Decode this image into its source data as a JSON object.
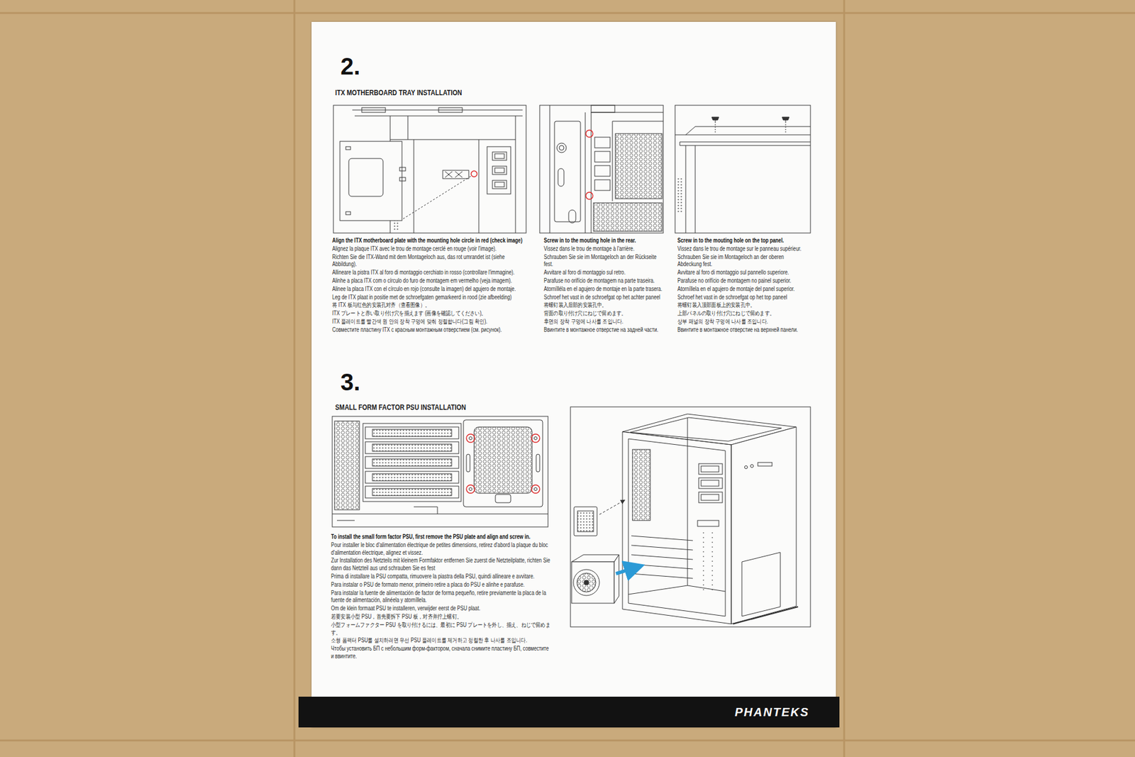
{
  "diagram": {
    "labels": [
      "2.",
      "ITX MOTHERBOARD TRAY INSTALLATION",
      "Align the ITX motherboard plate with the mounting hole circle in red (check image)",
      "Alignez la plaque ITX avec le trou de montage cerclé en rouge (voir l'image).",
      "Richten Sie die ITX-Wand mit dem Montageloch aus, das rot umrandet ist (siehe Abbildung).",
      "Allineare la pistra ITX al foro di montaggio cerchiato in rosso (controllare l'immagine).",
      "Alinhe a placa ITX com o círculo do furo de montagem em vermelho (veja imagem).",
      "Alinee la placa ITX con el círculo en rojo (consulte la imagen) del agujero de montaje.",
      "Leg de ITX plaat in positie met de schroefgaten gemarkeerd in rood (zie afbeelding)",
      "将 ITX 板与红色的安装孔对齐（查看图像）。",
      "ITX プレートと赤い取り付け穴を揃えます (画像を確認してください)。",
      "ITX 플레이트를 빨간색 원 안의 장착 구멍에 맞춰 정렬합니다(그림 확인).",
      "Совместите пластину ITX с красным монтажным отверстием (см. рисунок).",
      "Screw in to the mouting hole in the rear.",
      "Vissez dans le trou de montage à l'arrière.",
      "Schrauben Sie sie im Montageloch an der Rückseite fest.",
      "Avvitare al foro di montaggio sul retro.",
      "Parafuse no orifício de montagem na parte traseira.",
      "Atornílléla en el agujero de montaje en la parte trasera.",
      "Schroef het vast in de schroefgat op het achter paneel",
      "将螺钉装入后部的安装孔中。",
      "背面の取り付け穴にねじで留めます。",
      "후면의 장착 구멍에 나사를 조입니다.",
      "Ввинтите в монтажное отверстие на задней части.",
      "Screw in to the mouting hole on the top panel.",
      "Vissez dans le trou de montage sur le panneau supérieur.",
      "Schrauben Sie sie im Montageloch an der oberen Abdeckung fest.",
      "Avvitare al foro di montaggio sul pannello superiore.",
      "Parafuse no orifício de montagem no painel superior.",
      "Atorníllela en el agujero de montaje del panel superior.",
      "Schroef het vast in de schroefgat op het top paneel",
      "将螺钉装入顶部面板上的安装孔中。",
      "上部パネルの取り付け穴にねじで留めます。",
      "상부 패널의 장착 구멍에 나사를 조입니다.",
      "Ввинтите в монтажное отверстие на верхней панели.",
      "3.",
      "SMALL FORM FACTOR PSU INSTALLATION",
      "To install the small form factor PSU, first remove the PSU plate and align and screw in.",
      "Pour installer le bloc d'alimentation électrique de petites dimensions, retirez d'abord la plaque du bloc d'alimentation électrique, alignez et vissez.",
      "Zur Installation des Netzteils mit kleinem Formfaktor entfernen Sie zuerst die Netzteilplatte, richten Sie dann das Netzteil aus und schrauben Sie es fest",
      "Prima di installare la PSU compatta, rimuovere la piastra della PSU, quindi allineare e avvitare.",
      "Para instalar o PSU de formato menor, primeiro retire a placa do PSU e alinhe e parafuse.",
      "Para instalar la fuente de alimentación de factor de forma pequeño, retire previamente la placa de la fuente de alimentación, alinéela y atorníllela.",
      "Om de klein formaat PSU te installeren, verwijder eerst de PSU plaat.",
      "若要安装小型 PSU，首先要拆下 PSU 板，对齐并拧上螺钉。",
      "小型フォームファクター PSU を取り付けるには、最初に PSU プレートを外し、揃え、ねじで留めます。",
      "소형 폼팩터 PSU를 설치하려면 우선 PSU 플레이트를 제거하고 정렬한 후 나사를 조입니다.",
      "Чтобы установить БП с небольшим форм-фактором, сначала снимите пластину БП, совместите и ввинтите.",
      "PHANTEKS"
    ]
  }
}
